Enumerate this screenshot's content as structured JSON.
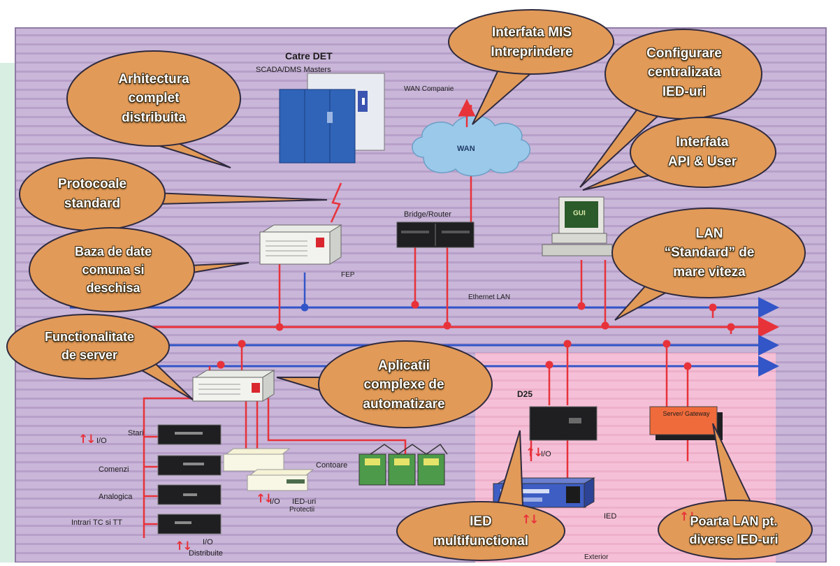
{
  "labels": {
    "catre_det": "Catre DET",
    "scada": "SCADA/DMS  Masters",
    "wan_companie": "WAN Companie",
    "wan": "WAN",
    "bridge_router": "Bridge/Router",
    "fep": "FEP",
    "ethernet_lan": "Ethernet LAN",
    "gui": "GUI",
    "d25": "D25",
    "server_gateway": "Server/ Gateway",
    "io_right": "I/O",
    "ied": "IED",
    "contoare": "Contoare",
    "stari": "Stari",
    "io_left": "I/O",
    "comenzi": "Comenzi",
    "analogica": "Analogica",
    "intrari": "Intrari TC si TT",
    "io_bottom": "I/O",
    "distribuite": "Distribuite",
    "io_prot": "I/O",
    "ied_protectii_1": "IED-uri",
    "ied_protectii_2": "Protectii",
    "exterior": "Exterior"
  },
  "callouts": {
    "arhitectura": [
      "Arhitectura",
      "complet",
      "distribuita"
    ],
    "mis": [
      "Interfata MIS",
      "Intreprindere"
    ],
    "configurare": [
      "Configurare",
      "centralizata",
      "IED-uri"
    ],
    "api": [
      "Interfata",
      "API & User"
    ],
    "protocoale": [
      "Protocoale",
      "standard"
    ],
    "baza": [
      "Baza de date",
      "comuna si",
      "deschisa"
    ],
    "lan": [
      "LAN",
      "“Standard” de",
      "mare viteza"
    ],
    "functionalitate": [
      "Functionalitate",
      "de server"
    ],
    "aplicatii": [
      "Aplicatii",
      "complexe de",
      "automatizare"
    ],
    "ied_multi": [
      "IED",
      "multifunctional"
    ],
    "poarta": [
      "Poarta LAN pt.",
      "diverse IED-uri"
    ]
  },
  "icons": {
    "arrows_io": "up-down-arrows-icon",
    "wan_uplink": "arrow-up-icon"
  },
  "colors": {
    "background_stripes": "#c7b3d7",
    "stripe_line": "#b59dc9",
    "pink_zone": "#f6bfd6",
    "green_side": "#d9eee3",
    "bus_red": "#e8323a",
    "bus_blue": "#3255c8",
    "callout_fill": "#e29a58",
    "callout_stroke": "#2f2a3f",
    "wan_cloud": "#9bc9ea",
    "device_dark": "#1f1f22"
  }
}
